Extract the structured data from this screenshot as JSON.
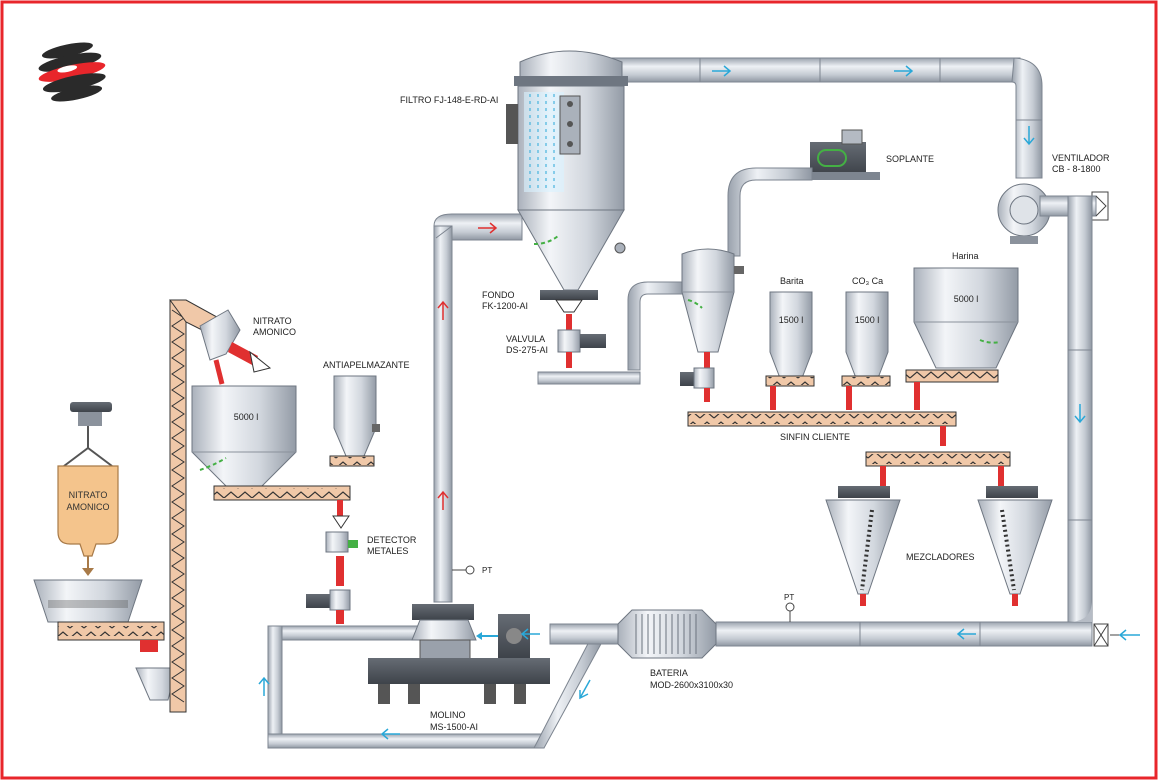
{
  "frame_color": "#e8262b",
  "pipe_color": "#c9ced6",
  "flow_arrow_color_air": "#2aa8d8",
  "flow_arrow_color_product": "#e03030",
  "bag_color": "#f4c48c",
  "screw_color": "#f0c8a8",
  "logo": {
    "name": "company-logo",
    "colors": [
      "#222222",
      "#e8262b",
      "#ffffff"
    ]
  },
  "labels": {
    "filtro": "FILTRO FJ-148-E-RD-AI",
    "soplante": "SOPLANTE",
    "ventilador_1": "VENTILADOR",
    "ventilador_2": "CB - 8-1800",
    "nitrato_top_1": "NITRATO",
    "nitrato_top_2": "AMONICO",
    "antiapelmazante": "ANTIAPELMAZANTE",
    "fondo_1": "FONDO",
    "fondo_2": "FK-1200-AI",
    "valvula_1": "VALVULA",
    "valvula_2": "DS-275-AI",
    "barita": "Barita",
    "co3ca": "CO₃ Ca",
    "harina": "Harina",
    "vol_5000_left": "5000 l",
    "vol_1500_barita": "1500 l",
    "vol_1500_co3": "1500 l",
    "vol_5000_harina": "5000 l",
    "sinfin_cliente": "SINFIN CLIENTE",
    "bag_1": "NITRATO",
    "bag_2": "AMONICO",
    "detector_1": "DETECTOR",
    "detector_2": "METALES",
    "pt_left": "PT",
    "pt_right": "PT",
    "mezcladores": "MEZCLADORES",
    "bateria_1": "BATERIA",
    "bateria_2": "MOD-2600x3100x30",
    "molino_1": "MOLINO",
    "molino_2": "MS-1500-AI"
  }
}
